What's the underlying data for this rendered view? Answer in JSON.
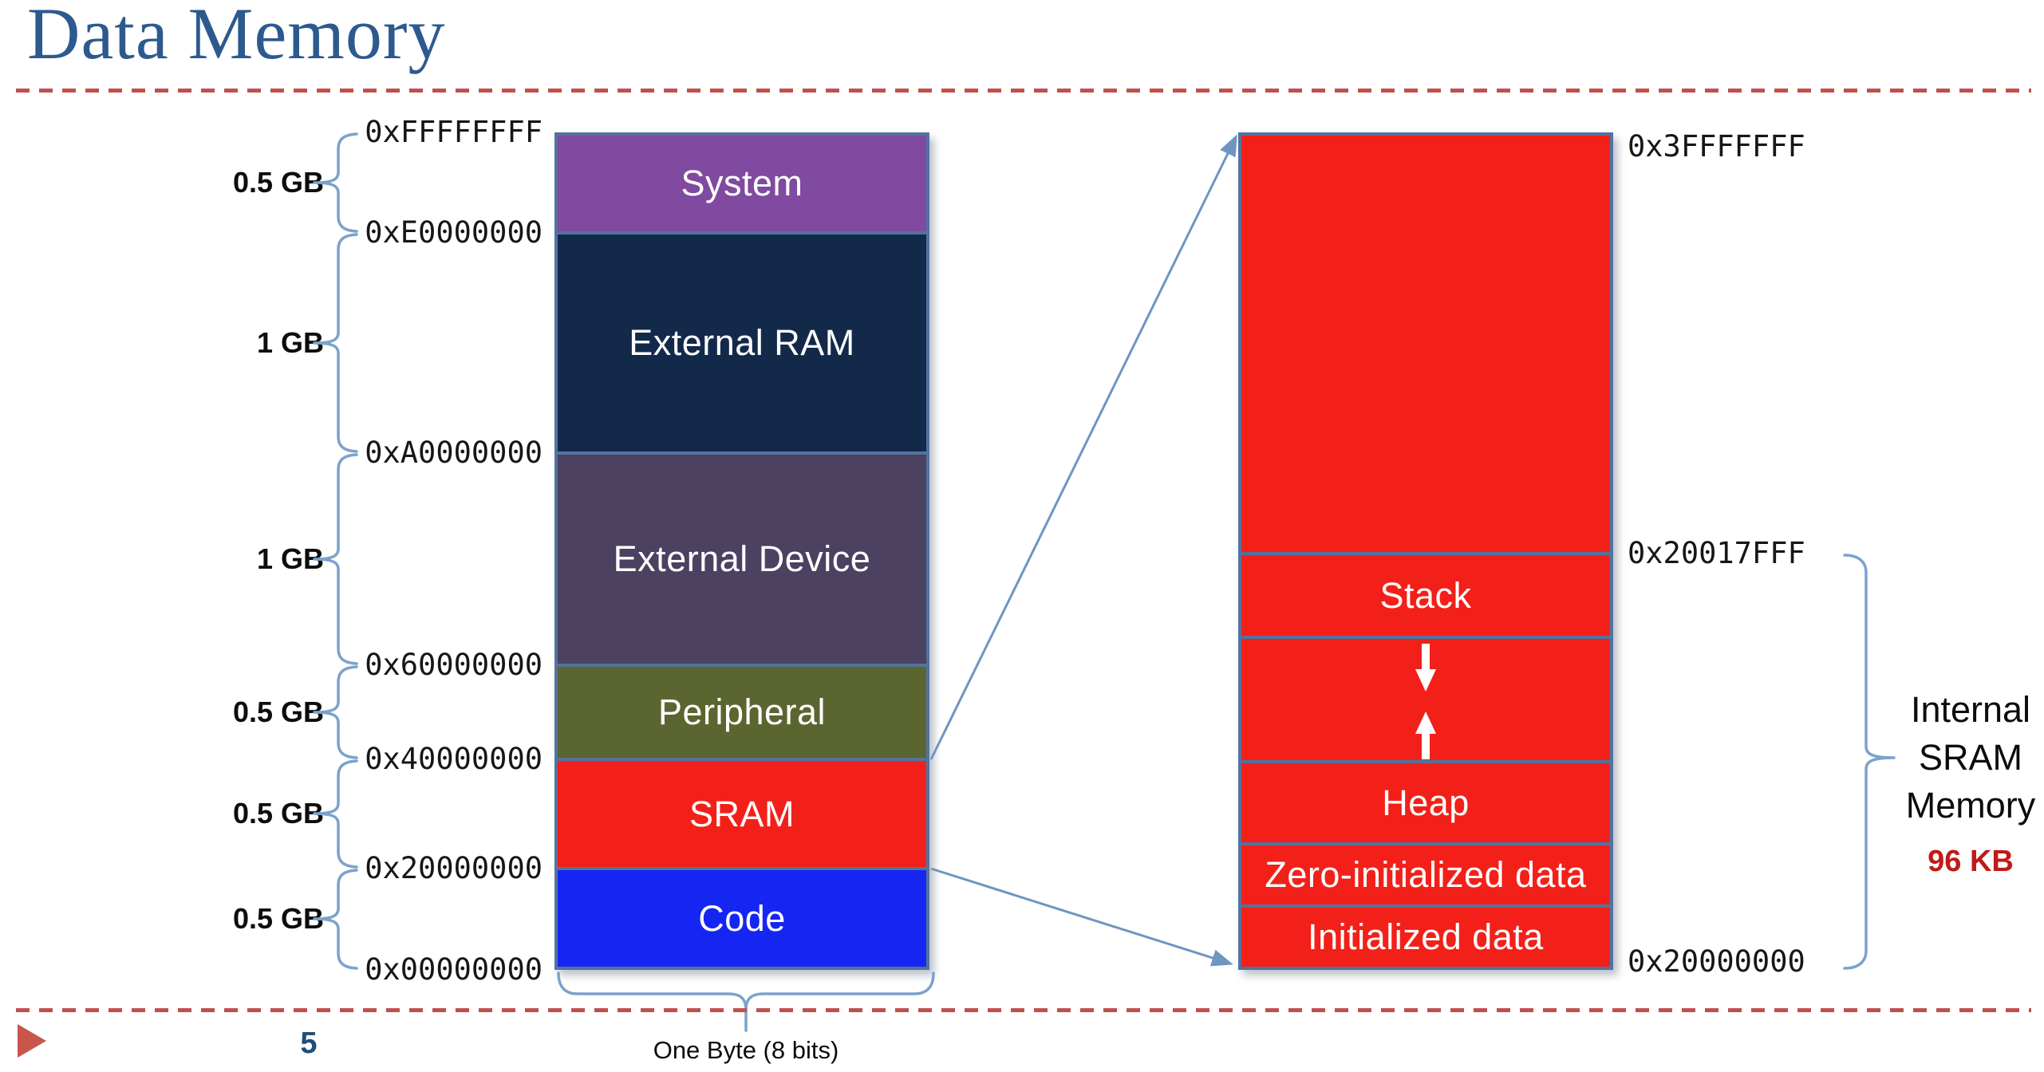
{
  "slide": {
    "title": "Data Memory",
    "page_number": "5"
  },
  "left_map": {
    "regions": [
      {
        "name": "System",
        "size": "0.5 GB"
      },
      {
        "name": "External RAM",
        "size": "1 GB"
      },
      {
        "name": "External Device",
        "size": "1 GB"
      },
      {
        "name": "Peripheral",
        "size": "0.5 GB"
      },
      {
        "name": "SRAM",
        "size": "0.5 GB"
      },
      {
        "name": "Code",
        "size": "0.5 GB"
      }
    ],
    "addresses": [
      "0xFFFFFFFF",
      "0xE0000000",
      "0xA0000000",
      "0x60000000",
      "0x40000000",
      "0x20000000",
      "0x00000000"
    ],
    "footer_caption": "One Byte (8 bits)"
  },
  "right_map": {
    "sections": [
      {
        "name": "Stack"
      },
      {
        "name": "Heap"
      },
      {
        "name": "Zero-initialized data"
      },
      {
        "name": "Initialized data"
      }
    ],
    "top_address": "0x3FFFFFFF",
    "stack_top_address": "0x20017FFF",
    "base_address": "0x20000000",
    "annotation_lines": [
      "Internal",
      "SRAM",
      "Memory"
    ],
    "annotation_size": "96 KB"
  },
  "colors": {
    "title_text": "#2d5a8e",
    "divider_red": "#c0504d",
    "bar_frame": "#53739f",
    "brace_blue": "#7ba2cc",
    "connector_blue": "#6f95c1",
    "system": "#7f4a9f",
    "external_ram": "#12294a",
    "external_device": "#4c4161",
    "peripheral": "#5b6530",
    "sram_red": "#f32019",
    "code_blue": "#1526f2",
    "kb_red": "#c01a18",
    "page_number_blue": "#1f4e79",
    "triangle_red": "#c9564b"
  }
}
